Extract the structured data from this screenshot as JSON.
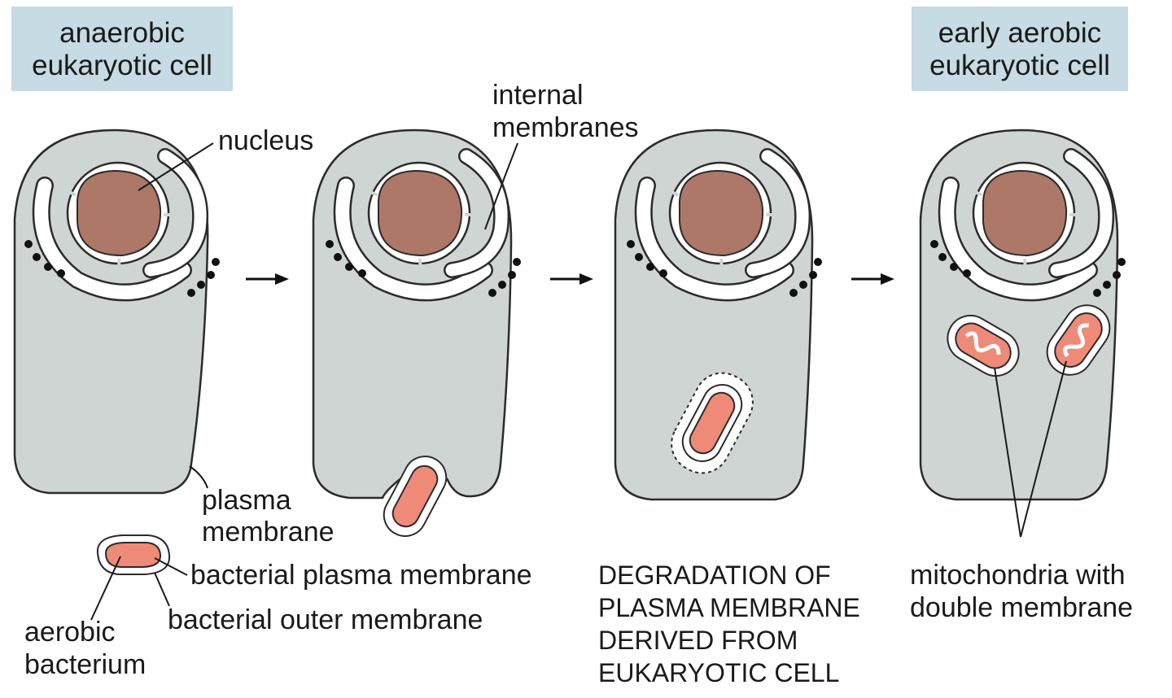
{
  "labels": {
    "title_left_line1": "anaerobic",
    "title_left_line2": "eukaryotic cell",
    "title_right_line1": "early aerobic",
    "title_right_line2": "eukaryotic cell",
    "nucleus": "nucleus",
    "internal_line1": "internal",
    "internal_line2": "membranes",
    "plasma_line1": "plasma",
    "plasma_line2": "membrane",
    "bacterial_plasma": "bacterial plasma membrane",
    "bacterial_outer": "bacterial outer membrane",
    "aerobic_line1": "aerobic",
    "aerobic_line2": "bacterium",
    "degradation_line1": "DEGRADATION OF",
    "degradation_line2": "PLASMA MEMBRANE",
    "degradation_line3": "DERIVED FROM",
    "degradation_line4": "EUKARYOTIC CELL",
    "mito_line1": "mitochondria with",
    "mito_line2": "double membrane"
  },
  "colors": {
    "cytoplasm": "#cfd5d2",
    "nucleus": "#ad7868",
    "bacterium": "#ef8a78",
    "title_box": "#c6dbe3",
    "outline": "#2b2b2b"
  }
}
